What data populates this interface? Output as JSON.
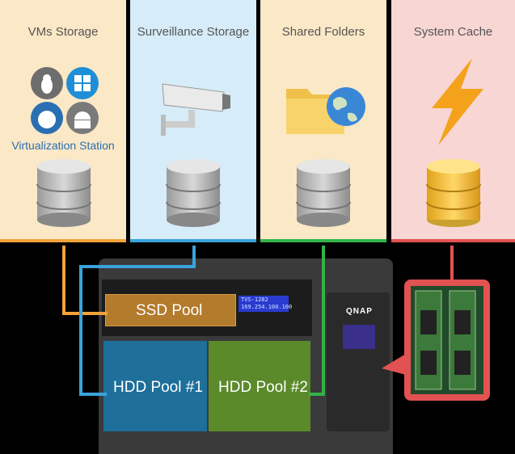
{
  "panels": [
    {
      "title": "VMs Storage"
    },
    {
      "title": "Surveillance Storage"
    },
    {
      "title": "Shared Folders"
    },
    {
      "title": "System Cache"
    }
  ],
  "virtualization_label": "Virtualization Station",
  "nas": {
    "ssd_pool": "SSD Pool",
    "hdd_pool_1": "HDD Pool #1",
    "hdd_pool_2": "HDD Pool #2",
    "lcd_line1": "TVS-1282",
    "lcd_line2": "169.254.100.100",
    "brand": "QNAP"
  },
  "colors": {
    "vms": "#f2a23a",
    "surveillance": "#3aa3dd",
    "shared": "#32b34a",
    "cache": "#e25252"
  }
}
